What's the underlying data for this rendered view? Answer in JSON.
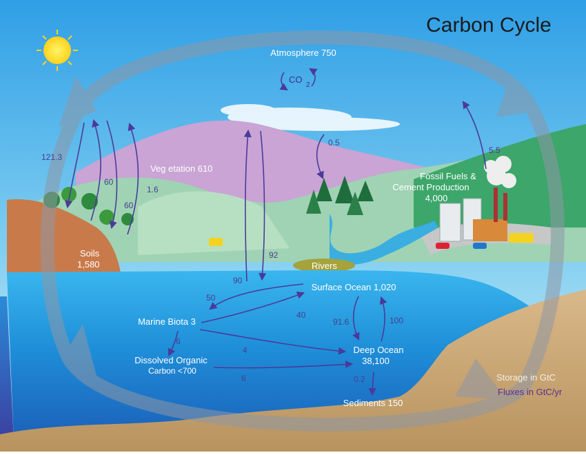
{
  "title": "Carbon Cycle",
  "stores": {
    "atmosphere": "Atmosphere 750",
    "co2": "CO",
    "co2_sub": "2",
    "vegetation": "Veg etation 610",
    "soils_name": "Soils",
    "soils_value": "1,580",
    "fossil_line1": "Fossil Fuels &",
    "fossil_line2": "Cement Production",
    "fossil_value": "4,000",
    "rivers": "Rivers",
    "surface_ocean": "Surface Ocean 1,020",
    "marine_biota": "Marine Biota 3",
    "dissolved_line1": "Dissolved Organic",
    "dissolved_line2": "Carbon <700",
    "deep_ocean_name": "Deep Ocean",
    "deep_ocean_value": "38,100",
    "sediments": "Sediments 150"
  },
  "fluxes": {
    "soil_release": "121.3",
    "veg_uptake": "60",
    "soil_respiration": "60",
    "land_use": "1.6",
    "forest_uptake": "0.5",
    "fossil_emission": "5.5",
    "ocean_release": "90",
    "ocean_uptake": "92",
    "surface_to_biota": "50",
    "biota_to_surface": "40",
    "biota_to_dissolved": "6",
    "biota_to_deep": "4",
    "dissolved_to_deep": "6",
    "surface_to_deep": "91.6",
    "deep_to_surface": "100",
    "deep_to_sediments": "0.2"
  },
  "legend": {
    "storage": "Storage in GtC",
    "fluxes": "Fluxes in GtC/yr"
  },
  "colors": {
    "flux_arrow": "#4b3a9a",
    "storage_text": "#ffffff",
    "legend_flux": "#5a2d8f",
    "legend_storage": "#f3efe6"
  }
}
